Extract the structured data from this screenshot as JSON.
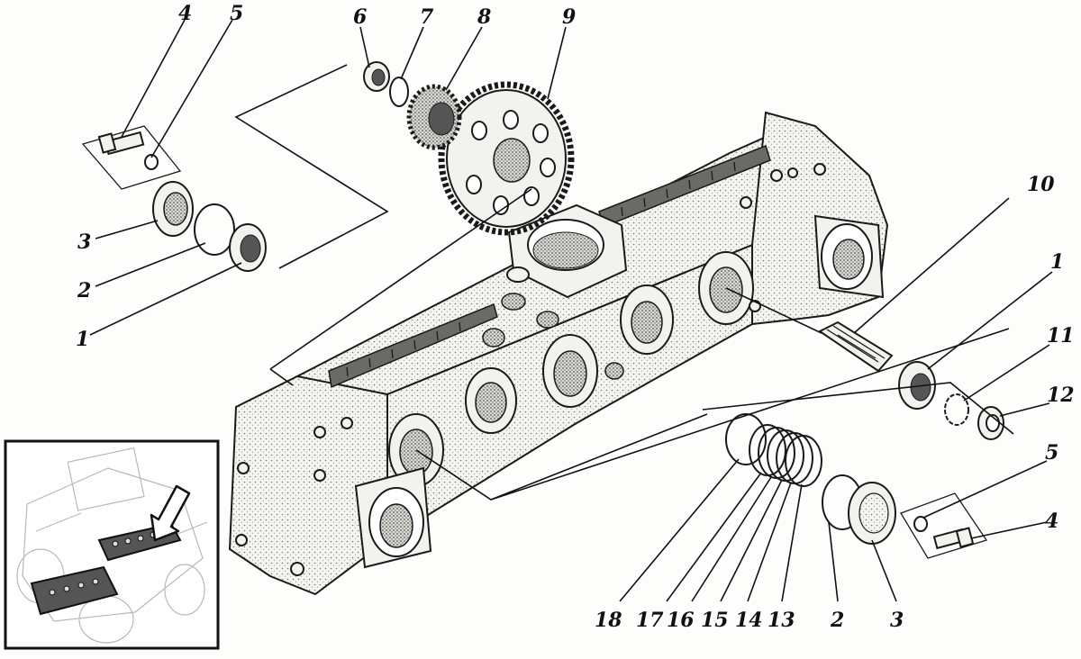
{
  "diagram": {
    "callouts": [
      {
        "id": "c4a",
        "text": "4"
      },
      {
        "id": "c5a",
        "text": "5"
      },
      {
        "id": "c3a",
        "text": "3"
      },
      {
        "id": "c2a",
        "text": "2"
      },
      {
        "id": "c1a",
        "text": "1"
      },
      {
        "id": "c6",
        "text": "6"
      },
      {
        "id": "c7",
        "text": "7"
      },
      {
        "id": "c8",
        "text": "8"
      },
      {
        "id": "c9",
        "text": "9"
      },
      {
        "id": "c10",
        "text": "10"
      },
      {
        "id": "c1b",
        "text": "1"
      },
      {
        "id": "c11",
        "text": "11"
      },
      {
        "id": "c12",
        "text": "12"
      },
      {
        "id": "c5b",
        "text": "5"
      },
      {
        "id": "c4b",
        "text": "4"
      },
      {
        "id": "c18",
        "text": "18"
      },
      {
        "id": "c17",
        "text": "17"
      },
      {
        "id": "c16",
        "text": "16"
      },
      {
        "id": "c15",
        "text": "15"
      },
      {
        "id": "c14",
        "text": "14"
      },
      {
        "id": "c13",
        "text": "13"
      },
      {
        "id": "c2b",
        "text": "2"
      },
      {
        "id": "c3b",
        "text": "3"
      }
    ]
  }
}
